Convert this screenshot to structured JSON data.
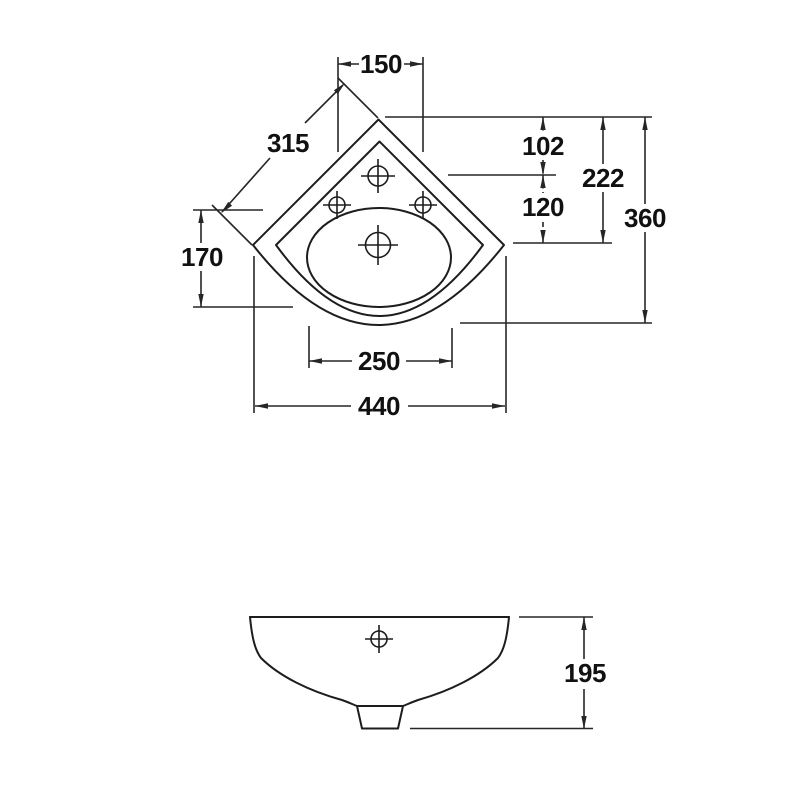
{
  "colors": {
    "background": "#ffffff",
    "line": "#1d1d1d",
    "dimension_line": "#262626",
    "text": "#111111"
  },
  "top_view": {
    "dimensions": {
      "tap_hole_spacing": "150",
      "rear_edge_length": "315",
      "rear_to_tap_holes": "102",
      "rear_to_widest_point": "222",
      "tap_holes_to_bowl_center": "120",
      "overall_depth": "360",
      "bowl_depth": "170",
      "bowl_width": "250",
      "overall_width": "440"
    }
  },
  "side_view": {
    "dimensions": {
      "overall_height": "195"
    }
  }
}
